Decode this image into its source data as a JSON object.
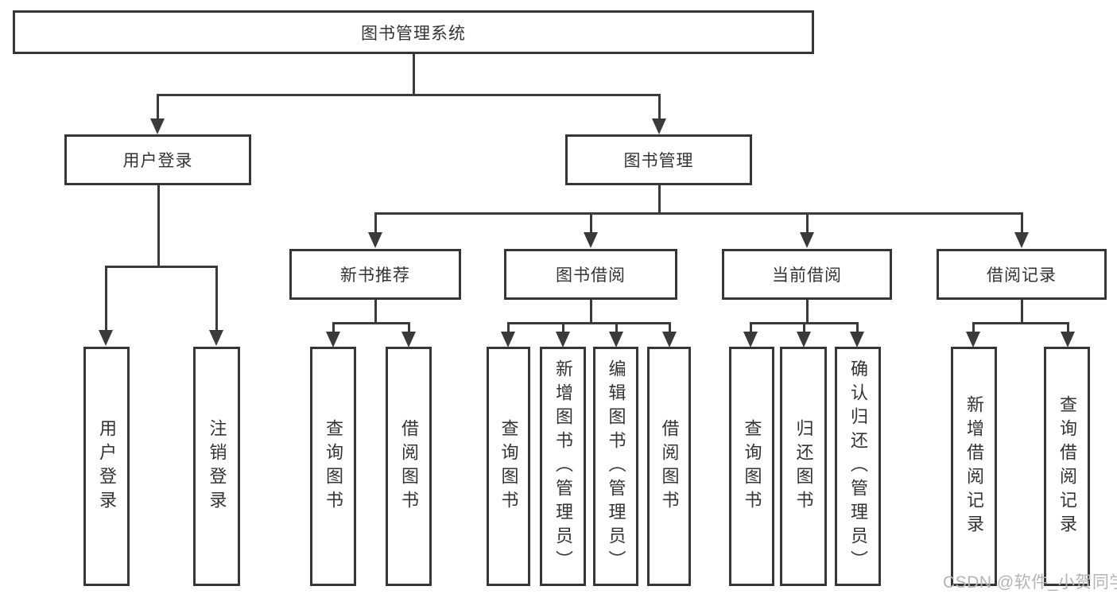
{
  "tree": {
    "root": {
      "label": "图书管理系统"
    },
    "branches": [
      {
        "label": "用户登录",
        "children": [
          {
            "label": "用户登录"
          },
          {
            "label": "注销登录"
          }
        ]
      },
      {
        "label": "图书管理",
        "children": [
          {
            "label": "新书推荐",
            "children": [
              {
                "label": "查询图书"
              },
              {
                "label": "借阅图书"
              }
            ]
          },
          {
            "label": "图书借阅",
            "children": [
              {
                "label": "查询图书"
              },
              {
                "label": "新增图书（管理员）"
              },
              {
                "label": "编辑图书（管理员）"
              },
              {
                "label": "借阅图书"
              }
            ]
          },
          {
            "label": "当前借阅",
            "children": [
              {
                "label": "查询图书"
              },
              {
                "label": "归还图书"
              },
              {
                "label": "确认归还（管理员）"
              }
            ]
          },
          {
            "label": "借阅记录",
            "children": [
              {
                "label": "新增借阅记录"
              },
              {
                "label": "查询借阅记录"
              }
            ]
          }
        ]
      }
    ]
  },
  "watermark": {
    "text": "CSDN @软件_小贺同学"
  },
  "colors": {
    "line": "#3a3a3a",
    "box_border": "#363636",
    "text": "#333333",
    "watermark": "#b4b4b4",
    "background": "#ffffff"
  }
}
